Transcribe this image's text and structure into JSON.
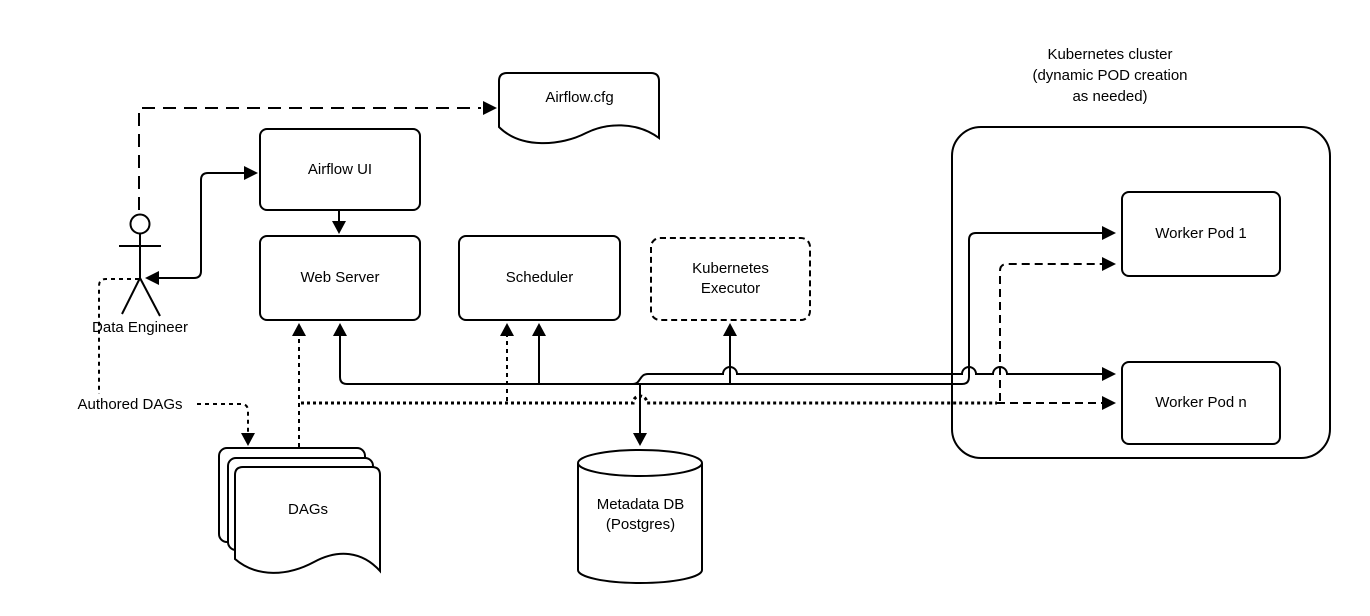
{
  "diagram": {
    "type": "airflow-kubernetes-architecture",
    "colors": {
      "stroke": "#000000",
      "background": "#ffffff",
      "text": "#000000"
    },
    "actor": {
      "label": "Data Engineer"
    },
    "nodes": {
      "airflow_cfg": {
        "label": "Airflow.cfg",
        "shape": "document"
      },
      "airflow_ui": {
        "label": "Airflow UI",
        "shape": "rounded-rect"
      },
      "web_server": {
        "label": "Web Server",
        "shape": "rounded-rect"
      },
      "scheduler": {
        "label": "Scheduler",
        "shape": "rounded-rect"
      },
      "kubernetes_executor": {
        "line1": "Kubernetes",
        "line2": "Executor",
        "shape": "dashed-rounded-rect"
      },
      "worker_pod_1": {
        "label": "Worker Pod 1",
        "shape": "rounded-rect"
      },
      "worker_pod_n": {
        "label": "Worker Pod n",
        "shape": "rounded-rect"
      },
      "dags": {
        "label": "DAGs",
        "shape": "document-stack"
      },
      "metadata_db": {
        "line1": "Metadata DB",
        "line2": "(Postgres)",
        "shape": "cylinder"
      }
    },
    "labels": {
      "authored_dags": "Authored DAGs",
      "cluster_line1": "Kubernetes cluster",
      "cluster_line2": "(dynamic POD creation",
      "cluster_line3": "as needed)"
    },
    "edges": [
      {
        "from": "data_engineer",
        "to": "airflow_cfg",
        "style": "long-dash",
        "arrows": "end"
      },
      {
        "from": "data_engineer",
        "to": "airflow_ui",
        "style": "solid",
        "arrows": "both"
      },
      {
        "from": "airflow_ui",
        "to": "web_server",
        "style": "solid",
        "arrows": "end"
      },
      {
        "from": "data_engineer",
        "to": "dags",
        "style": "dash",
        "label": "Authored DAGs",
        "arrows": "end"
      },
      {
        "from": "dags",
        "to": "web_server",
        "style": "dash",
        "arrows": "end"
      },
      {
        "from": "dags",
        "to": "scheduler",
        "style": "dotted",
        "arrows": "end"
      },
      {
        "from": "dags",
        "to": "worker_pod_1",
        "style": "dotted",
        "arrows": "end"
      },
      {
        "from": "dags",
        "to": "worker_pod_n",
        "style": "dotted",
        "arrows": "end"
      },
      {
        "bus": "metadata-bus",
        "style": "solid",
        "connects": [
          "web_server",
          "scheduler",
          "kubernetes_executor",
          "metadata_db",
          "worker_pod_1",
          "worker_pod_n"
        ],
        "arrows": "into-each-endpoint"
      }
    ]
  }
}
